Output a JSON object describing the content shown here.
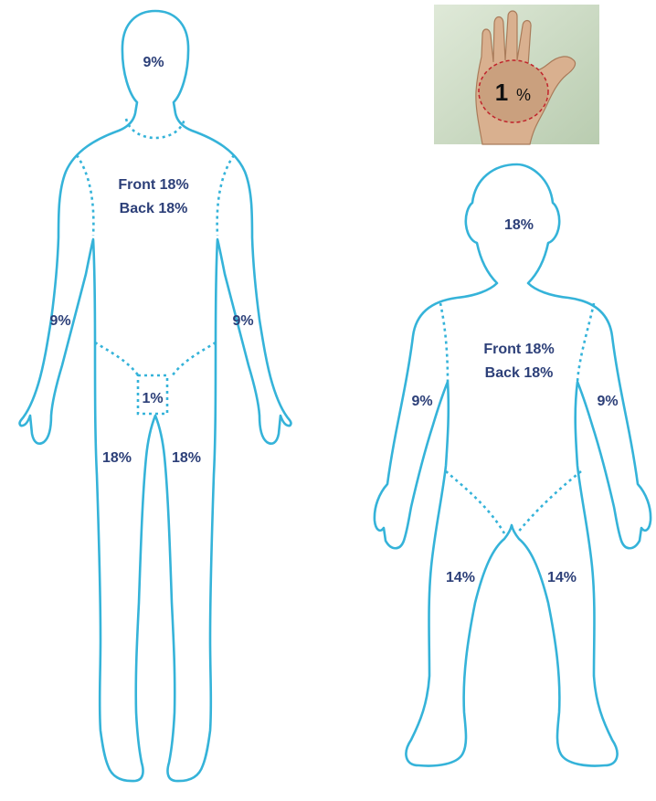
{
  "adult": {
    "head": "9%",
    "torso_front": "Front 18%",
    "torso_back": "Back 18%",
    "arm_left": "9%",
    "arm_right": "9%",
    "genital": "1%",
    "leg_left": "18%",
    "leg_right": "18%"
  },
  "child": {
    "head": "18%",
    "torso_front": "Front 18%",
    "torso_back": "Back 18%",
    "arm_left": "9%",
    "arm_right": "9%",
    "leg_left": "14%",
    "leg_right": "14%"
  },
  "palm": {
    "value": "1",
    "unit": "%"
  },
  "colors": {
    "outline": "#35b3d9",
    "label": "#2c3f78",
    "palm_marker": "#c0232b"
  }
}
